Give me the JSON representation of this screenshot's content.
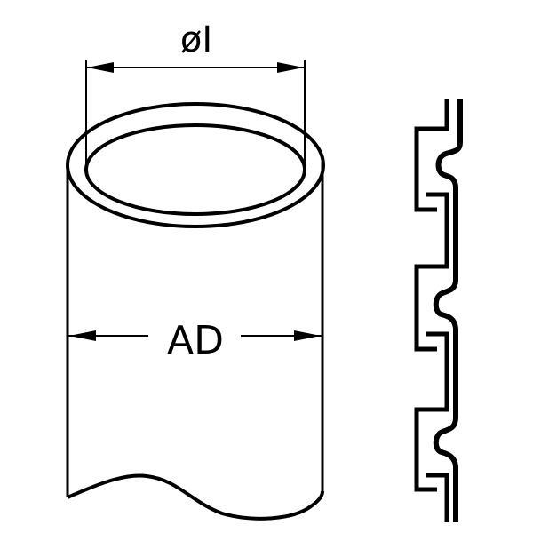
{
  "diagram": {
    "type": "technical-drawing",
    "subject": "flexible conduit / corrugated hose",
    "colors": {
      "line": "#000000",
      "background": "#ffffff"
    },
    "labels": {
      "inner_diameter": "øI",
      "outer_diameter": "AD"
    },
    "views": {
      "cylinder": "tube perspective view with inner and outer diameter dimensions",
      "profile": "wall cross-section profile with interlocking corrugations"
    }
  }
}
